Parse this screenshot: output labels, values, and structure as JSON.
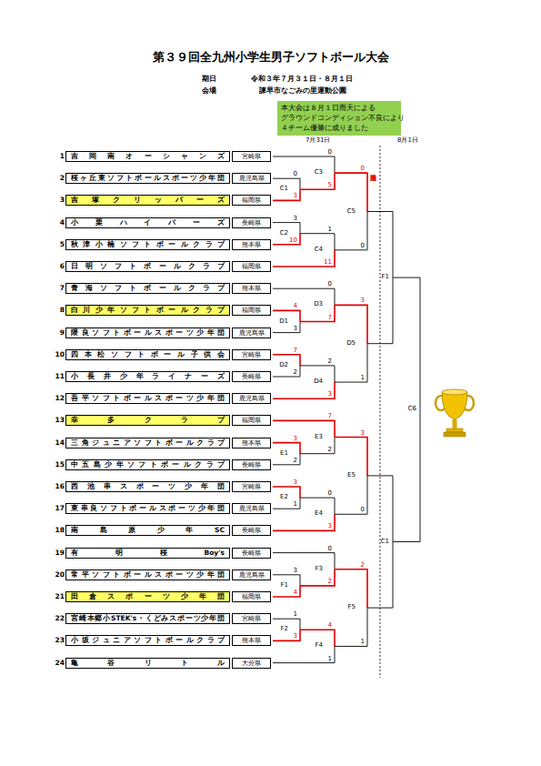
{
  "diagram": {
    "title": "第３９回全九州小学生男子ソフトボール大会",
    "nodes": [
      {
        "text": [
          "本大会は８月１日雨天による グラウンドコンディション不良により ４チーム優勝に成りました"
        ]
      },
      {
        "text": [
          "1",
          "吉岡南オーシャンズ",
          "宮崎県"
        ]
      },
      {
        "text": [
          "2",
          "桜ヶ丘東ソフトボールスポーツ少年団",
          "鹿児島県"
        ]
      },
      {
        "text": [
          "3",
          "吉塚クリッパーズ",
          "福岡県"
        ]
      },
      {
        "text": [
          "4",
          "小栗ハイパーズ",
          "長崎県"
        ]
      },
      {
        "text": [
          "5",
          "秋津小楠ソフトボールクラブ",
          "熊本県"
        ]
      },
      {
        "text": [
          "6",
          "日明ソフトボールクラブ",
          "福岡県"
        ]
      },
      {
        "text": [
          "7",
          "青海ソフトボールクラブ",
          "熊本県"
        ]
      },
      {
        "text": [
          "8",
          "白川少年ソフトボールクラブ",
          "福岡県"
        ]
      },
      {
        "text": [
          "9",
          "隈良ソフトボールスポーツ少年団",
          "鹿児島県"
        ]
      },
      {
        "text": [
          "10",
          "四本松ソフトボール子供会",
          "宮崎県"
        ]
      },
      {
        "text": [
          "11",
          "小長井少年ライナーズ",
          "長崎県"
        ]
      },
      {
        "text": [
          "12",
          "吾平ソフトボールスポーツ少年団",
          "鹿児島県"
        ]
      },
      {
        "text": [
          "13",
          "幸多クラブ",
          "福岡県"
        ]
      },
      {
        "text": [
          "14",
          "三角ジュニアソフトボールクラブ",
          "熊本県"
        ]
      },
      {
        "text": [
          "15",
          "中五島少年ソフトボールクラブ",
          "長崎県"
        ]
      },
      {
        "text": [
          "16",
          "西池串スポーツ少年団",
          "宮崎県"
        ]
      },
      {
        "text": [
          "17",
          "東串良ソフトボールスポーツ少年団",
          "鹿児島県"
        ]
      },
      {
        "text": [
          "18",
          "南島原少年SC",
          "長崎県"
        ]
      },
      {
        "text": [
          "19",
          "有明桜Boy's",
          "長崎県"
        ]
      },
      {
        "text": [
          "20",
          "常平ソフトボールスポーツ少年団",
          "鹿児島県"
        ]
      },
      {
        "text": [
          "21",
          "田倉スポーツ少年団",
          "福岡県"
        ]
      },
      {
        "text": [
          "22",
          "宮崎本郷小STEK's・くどみスポーツ少年団",
          "宮崎県"
        ]
      },
      {
        "text": [
          "23",
          "小坂ジュニアソフトボールクラブ",
          "熊本県"
        ]
      },
      {
        "text": [
          "24",
          "亀谷リトル",
          "大分県"
        ]
      }
    ],
    "labels": [
      "期日",
      "令和３年７月３１日・８月１日",
      "会場",
      "諫早市なごみの里運動公園",
      "7月31日",
      "8月1日",
      "C1",
      "0",
      "3",
      "C2",
      "3",
      "10",
      "C3",
      "0",
      "5",
      "C4",
      "1",
      "11",
      "C5",
      "0",
      "0",
      "D1",
      "4",
      "3",
      "D2",
      "7",
      "2",
      "D3",
      "0",
      "7",
      "D4",
      "2",
      "3",
      "D5",
      "3",
      "1",
      "E1",
      "3",
      "2",
      "E2",
      "3",
      "1",
      "E3",
      "7",
      "2",
      "E4",
      "0",
      "3",
      "E5",
      "3",
      "0",
      "F1",
      "3",
      "4",
      "F2",
      "1",
      "3",
      "F3",
      "0",
      "2",
      "F4",
      "4",
      "1",
      "F5",
      "2",
      "1",
      "F1",
      "C1",
      "C6",
      "抽選"
    ]
  }
}
